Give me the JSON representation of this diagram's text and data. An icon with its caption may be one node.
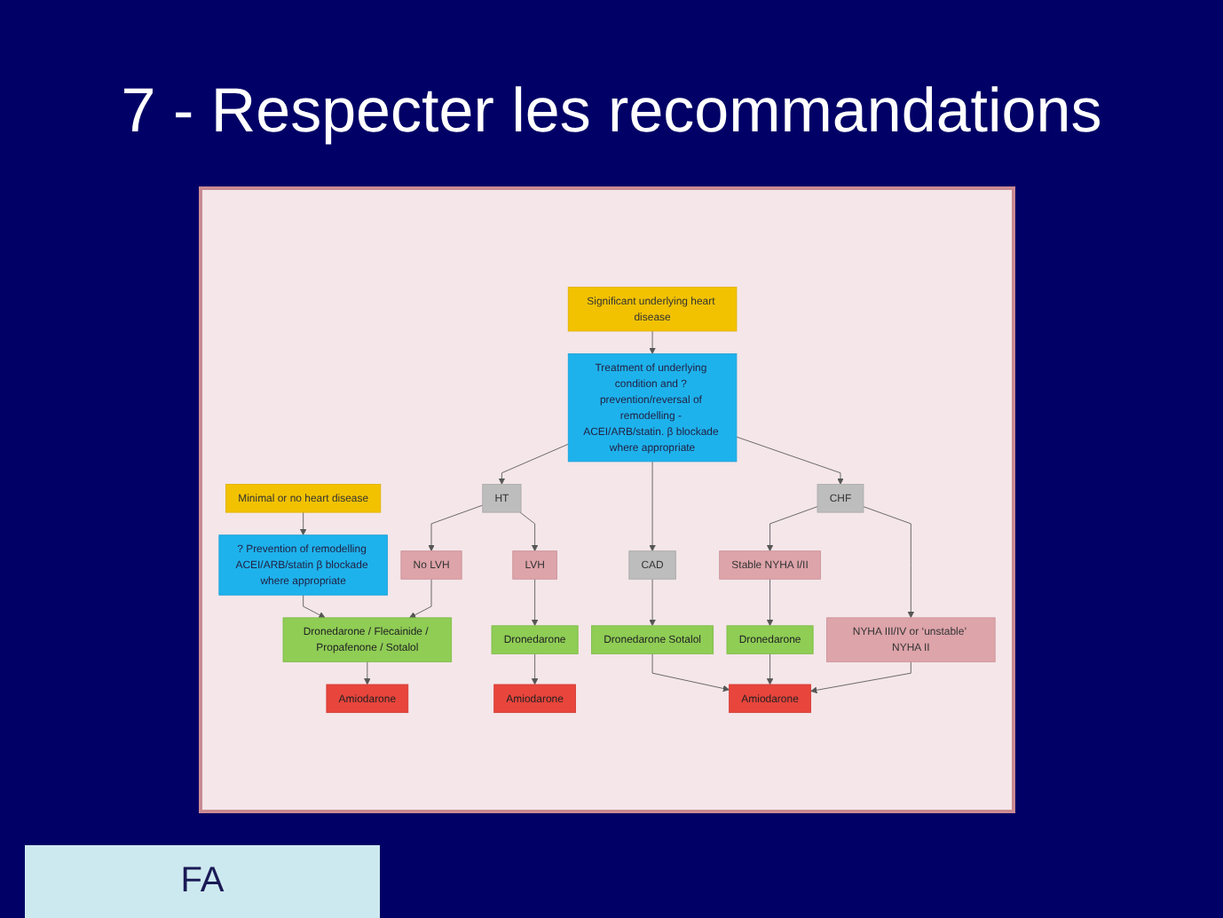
{
  "diagram": {
    "title": "7 - Respecter les recommandations",
    "nodes": [
      {
        "text": [
          "Minimal or no heart disease"
        ]
      },
      {
        "text": [
          "Significant underlying heart disease"
        ]
      },
      {
        "text": [
          "? Prevention of remodelling ACEI/ARB/statin β blockade where appropriate"
        ]
      },
      {
        "text": [
          "Treatment of underlying condition and ? prevention/reversal of remodelling - ACEI/ARB/statin. β blockade where appropriate"
        ]
      },
      {
        "text": [
          "HT"
        ]
      },
      {
        "text": [
          "CAD"
        ]
      },
      {
        "text": [
          "CHF"
        ]
      },
      {
        "text": [
          "No LVH"
        ]
      },
      {
        "text": [
          "LVH"
        ]
      },
      {
        "text": [
          "Stable NYHA I/II"
        ]
      },
      {
        "text": [
          "NYHA III/IV or ‘unstable’ NYHA II"
        ]
      },
      {
        "text": [
          "Dronedarone / Flecainide / Propafenone / Sotalol"
        ]
      },
      {
        "text": [
          "Dronedarone"
        ]
      },
      {
        "text": [
          "Dronedarone Sotalol"
        ]
      },
      {
        "text": [
          "Dronedarone"
        ]
      },
      {
        "text": [
          "Amiodarone"
        ]
      },
      {
        "text": [
          "Amiodarone"
        ]
      },
      {
        "text": [
          "Amiodarone"
        ]
      }
    ],
    "edges": [
      {
        "from": 0,
        "to": 2,
        "arrow": "to"
      },
      {
        "from": 1,
        "to": 3,
        "arrow": "to"
      },
      {
        "from": 3,
        "to": 4,
        "arrow": "to"
      },
      {
        "from": 3,
        "to": 5,
        "arrow": "to"
      },
      {
        "from": 3,
        "to": 6,
        "arrow": "to"
      },
      {
        "from": 4,
        "to": 7,
        "arrow": "to"
      },
      {
        "from": 4,
        "to": 8,
        "arrow": "to"
      },
      {
        "from": 6,
        "to": 9,
        "arrow": "to"
      },
      {
        "from": 6,
        "to": 10,
        "arrow": "to"
      },
      {
        "from": 2,
        "to": 11,
        "arrow": "to"
      },
      {
        "from": 7,
        "to": 11,
        "arrow": "to"
      },
      {
        "from": 8,
        "to": 12,
        "arrow": "to"
      },
      {
        "from": 5,
        "to": 13,
        "arrow": "to"
      },
      {
        "from": 9,
        "to": 14,
        "arrow": "to"
      },
      {
        "from": 11,
        "to": 15,
        "arrow": "to"
      },
      {
        "from": 12,
        "to": 16,
        "arrow": "to"
      },
      {
        "from": 13,
        "to": 17,
        "arrow": "to"
      },
      {
        "from": 14,
        "to": 17,
        "arrow": "to"
      },
      {
        "from": 10,
        "to": 17,
        "arrow": "to"
      }
    ],
    "labels": [
      "FA"
    ]
  }
}
